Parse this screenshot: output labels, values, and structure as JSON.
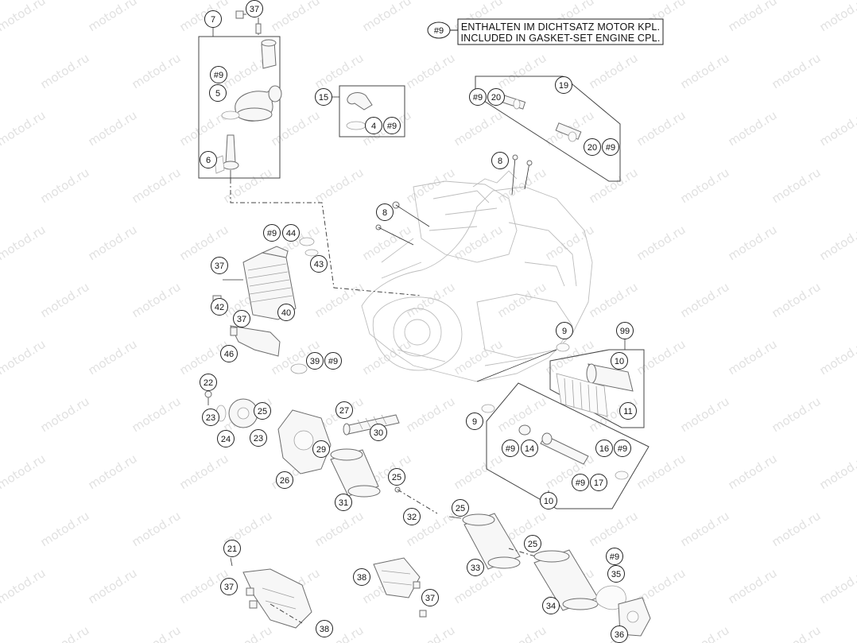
{
  "watermark": "motod.ru",
  "legend": {
    "tag": "#9",
    "line1": "ENTHALTEN IM DICHTSATZ MOTOR KPL.",
    "line2": "INCLUDED IN GASKET-SET ENGINE CPL."
  },
  "callouts": {
    "c7": "7",
    "c37a": "37",
    "c9a": "#9",
    "c5": "5",
    "c6": "6",
    "c15": "15",
    "c4": "4",
    "c9b": "#9",
    "c19": "19",
    "c9c": "#9",
    "c20a": "20",
    "c20b": "20",
    "c9d": "#9",
    "c8a": "8",
    "c8b": "8",
    "c9e": "#9",
    "c44": "44",
    "c43": "43",
    "c37b": "37",
    "c42": "42",
    "c40": "40",
    "c37c": "37",
    "c46": "46",
    "c39": "39",
    "c9f": "#9",
    "c9g": "9",
    "c99": "99",
    "c10a": "10",
    "c11": "11",
    "c9h": "9",
    "c9i": "#9",
    "c14": "14",
    "c16": "16",
    "c9j": "#9",
    "c9k": "#9",
    "c17": "17",
    "c10b": "10",
    "c22": "22",
    "c23a": "23",
    "c24": "24",
    "c25a": "25",
    "c23b": "23",
    "c27": "27",
    "c29": "29",
    "c30": "30",
    "c26": "26",
    "c31": "31",
    "c25b": "25",
    "c32": "32",
    "c25c": "25",
    "c25d": "25",
    "c33": "33",
    "c21": "21",
    "c37d": "37",
    "c38a": "38",
    "c38b": "38",
    "c37e": "37",
    "c9l": "#9",
    "c35": "35",
    "c34": "34",
    "c36": "36"
  }
}
